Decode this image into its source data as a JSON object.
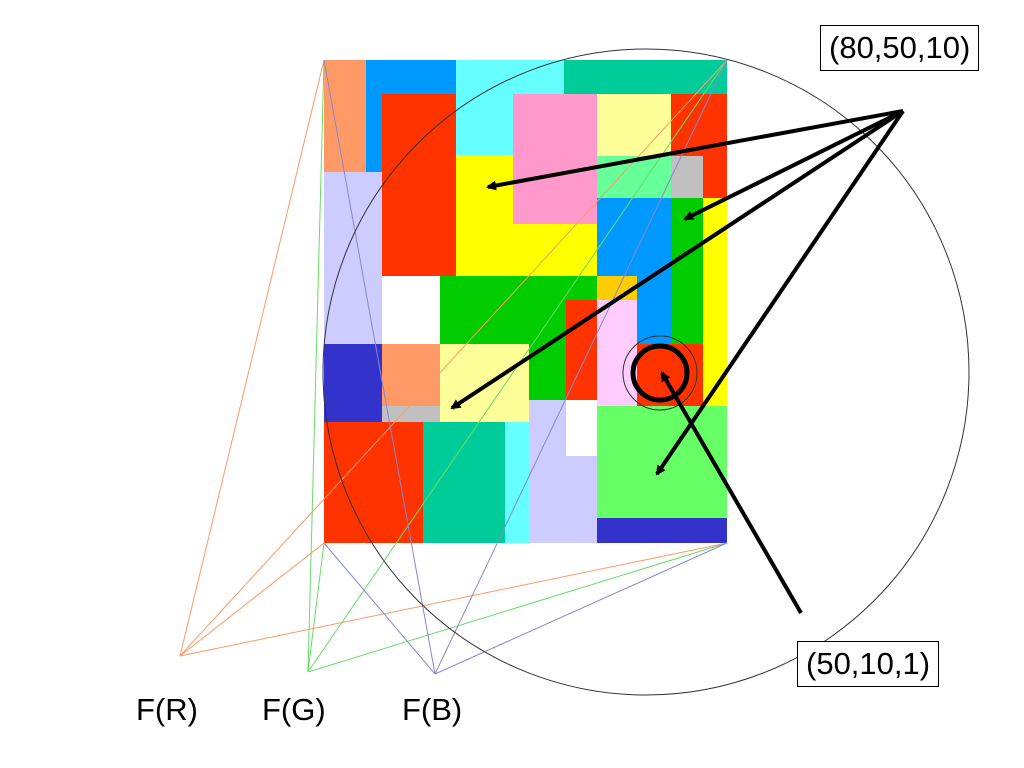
{
  "labels": {
    "top_coord": "(80,50,10)",
    "bottom_coord": "(50,10,1)",
    "f_r": "F(R)",
    "f_g": "F(G)",
    "f_b": "F(B)"
  },
  "colors": {
    "salmon": "#FF9966",
    "blue": "#0099FF",
    "cyan": "#66FFFF",
    "teal": "#00CC99",
    "red": "#FF3300",
    "pink": "#FF99CC",
    "light_yellow": "#FFFF99",
    "yellow": "#FFFF00",
    "lavender": "#CCCCFF",
    "light_green": "#66FF99",
    "green": "#00CC00",
    "gray": "#C0C0C0",
    "white": "#FFFFFF",
    "orange": "#FFCC00",
    "light_pink": "#FFCCFF",
    "dark_blue": "#3333CC",
    "bright_green": "#66FF66",
    "red_lines": "#FF9966",
    "green_lines": "#66DD66",
    "blue_lines": "#8888CC"
  }
}
